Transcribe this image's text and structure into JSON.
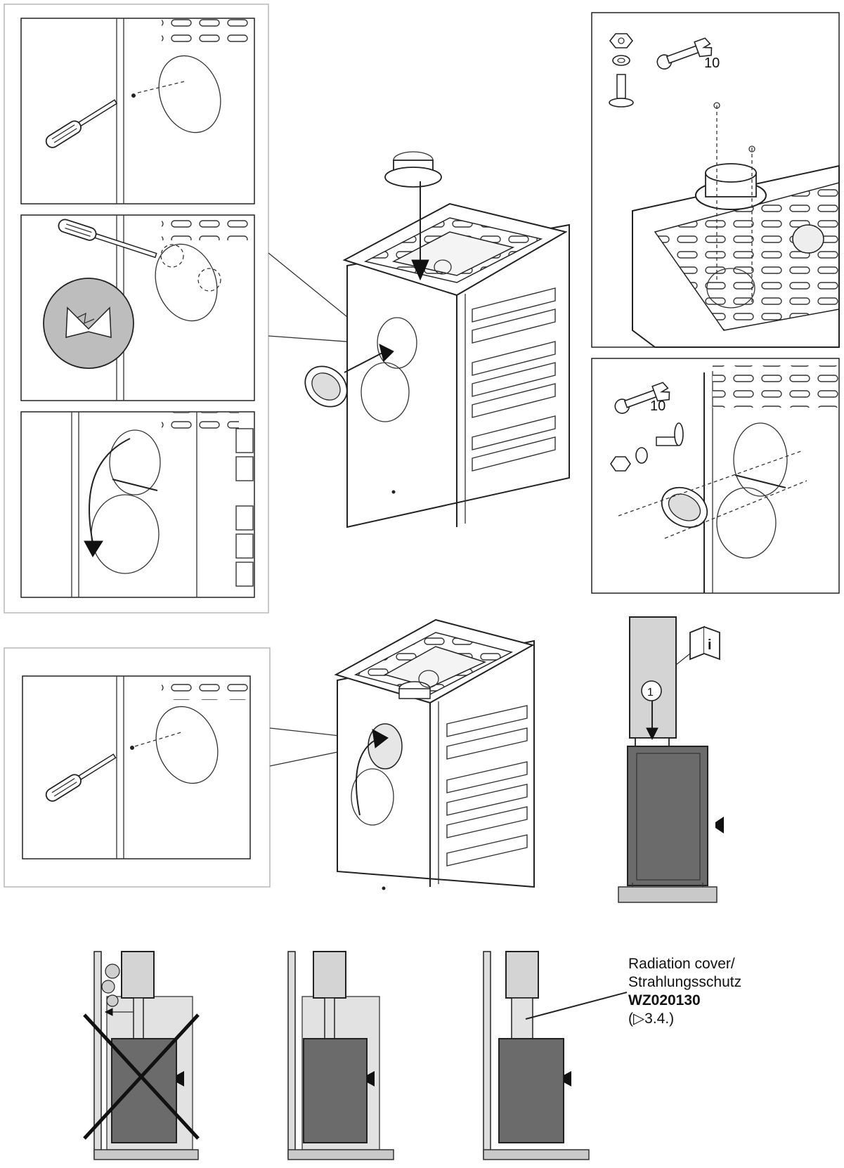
{
  "labels": {
    "wrench_size_top": "10",
    "wrench_size_side": "10",
    "step_number": "1",
    "info_icon_glyph": "i",
    "radiation_line1": "Radiation cover/",
    "radiation_line2": "Strahlungsschutz",
    "radiation_code": "WZ020130",
    "radiation_ref": "(▷3.4.)"
  },
  "icons": [
    "screwdriver-icon",
    "wrench-icon",
    "nut-icon",
    "washer-icon",
    "bolt-icon",
    "manual-info-icon",
    "cross-out-icon"
  ]
}
